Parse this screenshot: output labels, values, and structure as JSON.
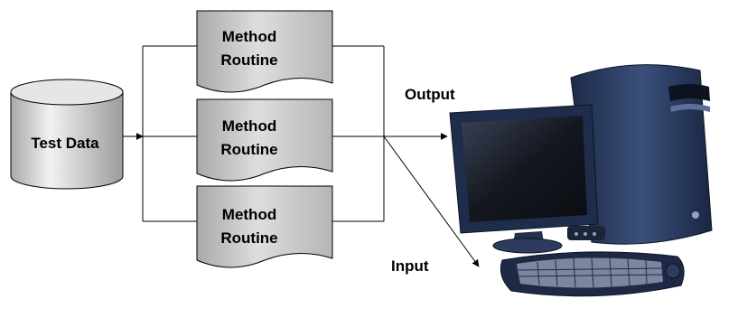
{
  "source": {
    "label": "Test Data",
    "icon": "database-cylinder-icon"
  },
  "routines": [
    {
      "line1": "Method",
      "line2": "Routine"
    },
    {
      "line1": "Method",
      "line2": "Routine"
    },
    {
      "line1": "Method",
      "line2": "Routine"
    }
  ],
  "connections": {
    "output_label": "Output",
    "input_label": "Input"
  },
  "computer": {
    "icon": "desktop-computer-icon",
    "parts": [
      "monitor",
      "tower",
      "keyboard",
      "hub"
    ]
  },
  "colors": {
    "document_fill": "#c6c6c6",
    "cylinder_fill": "#cfcfcf",
    "line": "#000000",
    "computer_body": "#2c3e63",
    "computer_screen": "#1a1f2e"
  }
}
